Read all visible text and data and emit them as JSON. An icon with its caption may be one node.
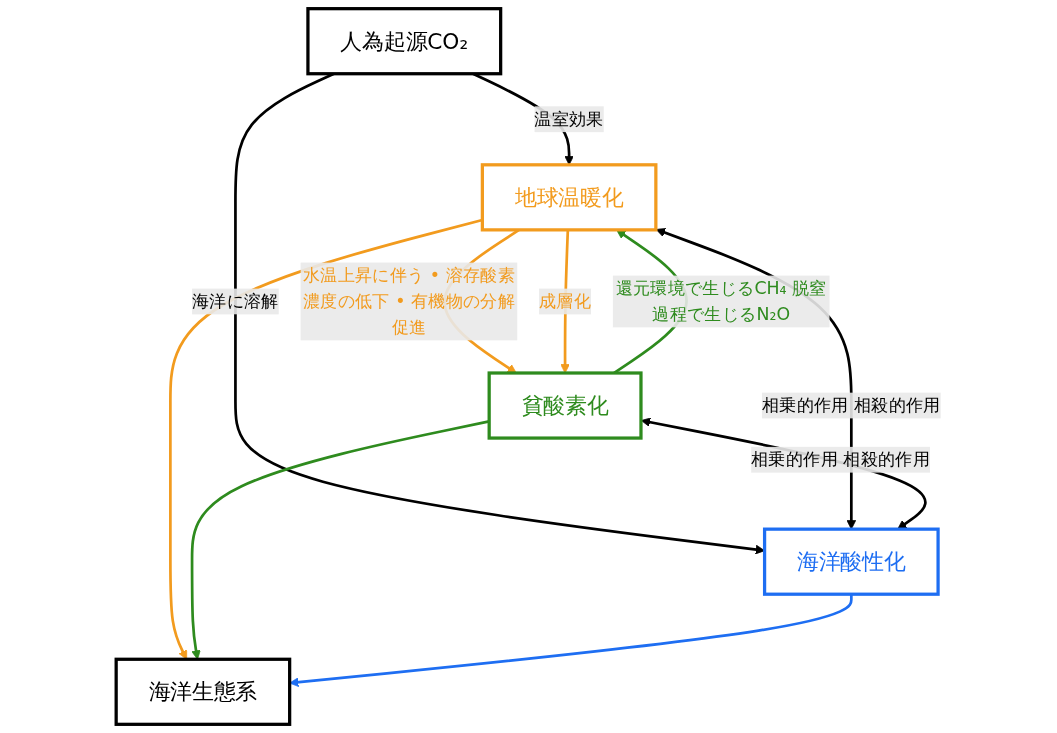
{
  "diagram": {
    "nodes": [
      {
        "text": [
          "人為起源CO₂"
        ]
      },
      {
        "text": [
          "地球温暖化"
        ]
      },
      {
        "text": [
          "海洋酸性化"
        ]
      },
      {
        "text": [
          "貧酸素化"
        ]
      },
      {
        "text": [
          "海洋生態系"
        ]
      }
    ],
    "edges": [
      {
        "from": 0,
        "to": 1,
        "arrow": "to",
        "label": "温室効果"
      },
      {
        "from": 0,
        "to": 2,
        "arrow": "to",
        "label": "海洋に溶解"
      },
      {
        "from": 1,
        "to": 2,
        "arrow": "both",
        "label": "相乗的作用 相殺的作用"
      },
      {
        "from": 1,
        "to": 3,
        "arrow": "to",
        "label": "水温上昇に伴う • 溶存酸素濃度の低下 • 有機物の分解促進",
        "color": "#f29b1e"
      },
      {
        "from": 1,
        "to": 3,
        "arrow": "to",
        "label": "成層化",
        "color": "#f29b1e"
      },
      {
        "from": 3,
        "to": 1,
        "arrow": "to",
        "label": "還元環境で生じるCH₄ 脱窒過程で生じるN₂O",
        "color": "#2e8b1e"
      },
      {
        "from": 3,
        "to": 2,
        "arrow": "both",
        "label": "相乗的作用 相殺的作用"
      },
      {
        "from": 1,
        "to": 4,
        "arrow": "to",
        "color": "#f29b1e"
      },
      {
        "from": 3,
        "to": 4,
        "arrow": "to",
        "color": "#2e8b1e"
      },
      {
        "from": 2,
        "to": 4,
        "arrow": "to",
        "color": "#1e6ef2"
      }
    ]
  }
}
